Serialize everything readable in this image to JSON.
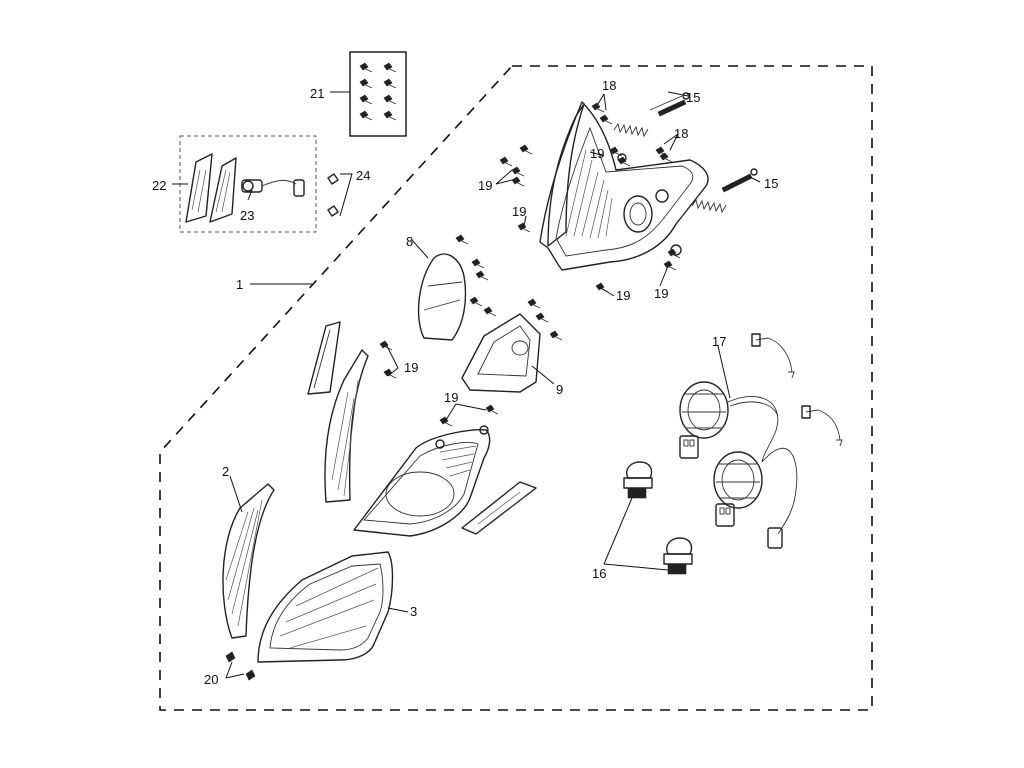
{
  "diagram": {
    "callouts": {
      "c1": "1",
      "c2": "2",
      "c3": "3",
      "c8": "8",
      "c9": "9",
      "c15a": "15",
      "c15b": "15",
      "c16": "16",
      "c17": "17",
      "c18a": "18",
      "c18b": "18",
      "c19a": "19",
      "c19b": "19",
      "c19c": "19",
      "c19d": "19",
      "c19e": "19",
      "c19f": "19",
      "c19g": "19",
      "c20": "20",
      "c21": "21",
      "c22": "22",
      "c23": "23",
      "c24": "24"
    }
  }
}
